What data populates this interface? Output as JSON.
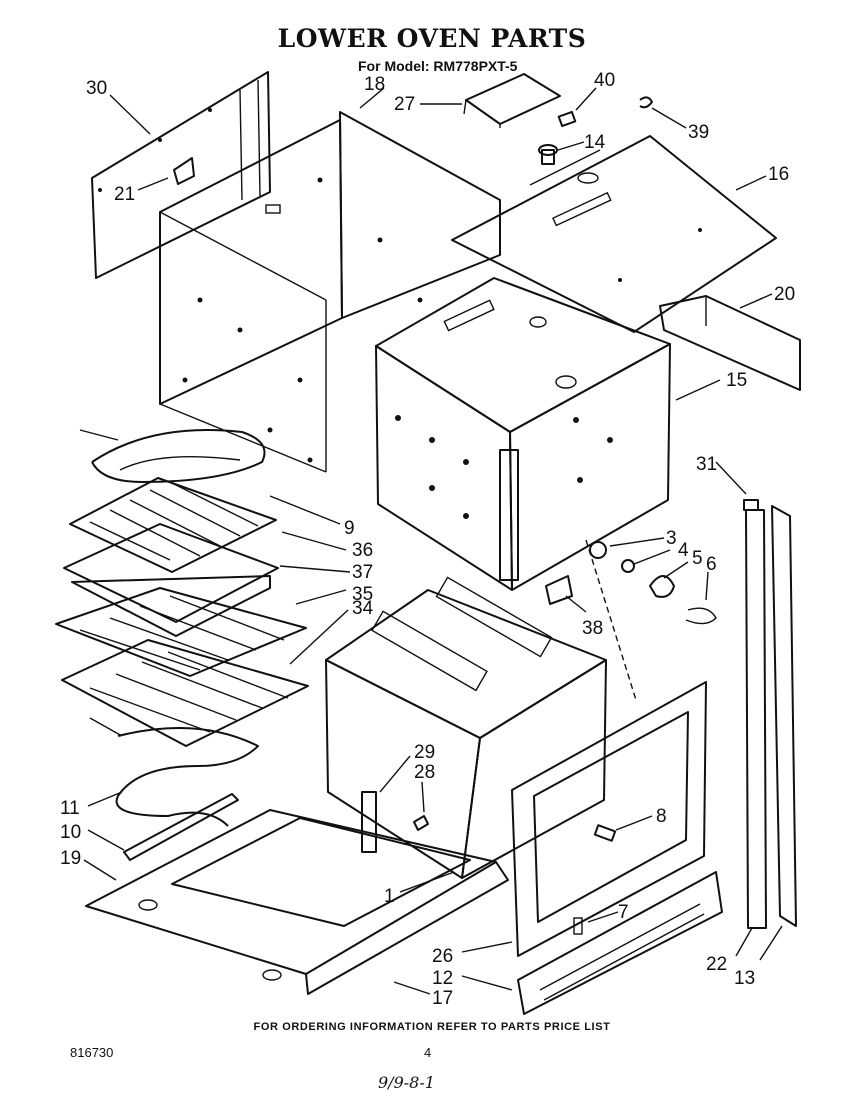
{
  "header": {
    "title": "LOWER OVEN PARTS",
    "model_line": "For Model: RM778PXT-5"
  },
  "callouts": [
    {
      "id": "c30",
      "label": "30"
    },
    {
      "id": "c18",
      "label": "18"
    },
    {
      "id": "c27",
      "label": "27"
    },
    {
      "id": "c40",
      "label": "40"
    },
    {
      "id": "c39",
      "label": "39"
    },
    {
      "id": "c14",
      "label": "14"
    },
    {
      "id": "c16",
      "label": "16"
    },
    {
      "id": "c21",
      "label": "21"
    },
    {
      "id": "c20",
      "label": "20"
    },
    {
      "id": "c15",
      "label": "15"
    },
    {
      "id": "c31",
      "label": "31"
    },
    {
      "id": "c9",
      "label": "9"
    },
    {
      "id": "c36",
      "label": "36"
    },
    {
      "id": "c37",
      "label": "37"
    },
    {
      "id": "c35",
      "label": "35"
    },
    {
      "id": "c34",
      "label": "34"
    },
    {
      "id": "c3",
      "label": "3"
    },
    {
      "id": "c4",
      "label": "4"
    },
    {
      "id": "c5",
      "label": "5"
    },
    {
      "id": "c6",
      "label": "6"
    },
    {
      "id": "c38",
      "label": "38"
    },
    {
      "id": "c29",
      "label": "29"
    },
    {
      "id": "c28",
      "label": "28"
    },
    {
      "id": "c8",
      "label": "8"
    },
    {
      "id": "c11",
      "label": "11"
    },
    {
      "id": "c10",
      "label": "10"
    },
    {
      "id": "c19",
      "label": "19"
    },
    {
      "id": "c1",
      "label": "1"
    },
    {
      "id": "c7",
      "label": "7"
    },
    {
      "id": "c26",
      "label": "26"
    },
    {
      "id": "c12",
      "label": "12"
    },
    {
      "id": "c17",
      "label": "17"
    },
    {
      "id": "c22",
      "label": "22"
    },
    {
      "id": "c13",
      "label": "13"
    }
  ],
  "footer": {
    "ordering_note": "FOR ORDERING INFORMATION REFER TO PARTS PRICE LIST",
    "document_number": "816730",
    "page_number": "4",
    "handwritten_code": "9/9-8-1"
  }
}
